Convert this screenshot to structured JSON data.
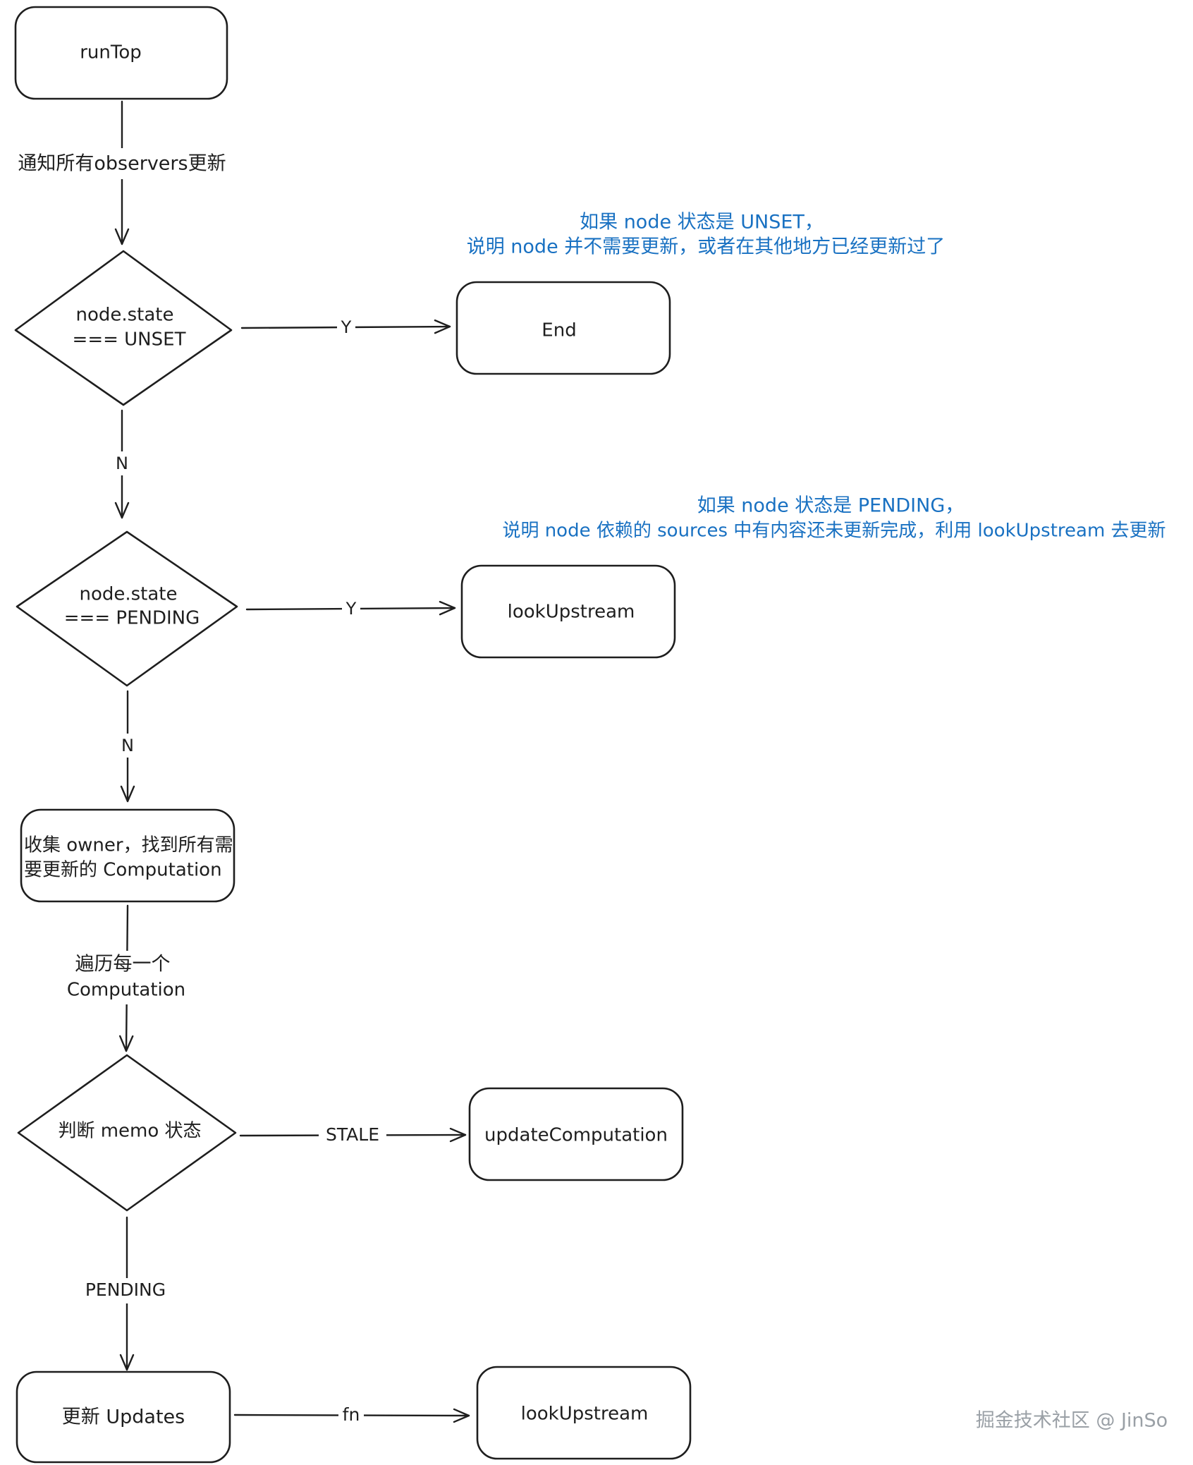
{
  "colors": {
    "stroke": "#1e1e1e",
    "note": "#1971c2",
    "watermark": "#9aa0a6",
    "background": "#ffffff"
  },
  "nodes": {
    "run_top": "runTop",
    "unset_check_line1": "node.state",
    "unset_check_line2": "=== UNSET",
    "end": "End",
    "pending_check_line1": "node.state",
    "pending_check_line2": "=== PENDING",
    "look_upstream_1": "lookUpstream",
    "collect_owner_line1": "收集 owner，找到所有需",
    "collect_owner_line2": "要更新的 Computation",
    "memo_check": "判断 memo 状态",
    "update_computation": "updateComputation",
    "run_updates": "更新 Updates",
    "look_upstream_2": "lookUpstream"
  },
  "edges": {
    "notify_observers": "通知所有observers更新",
    "unset_yes": "Y",
    "unset_no": "N",
    "pending_yes": "Y",
    "pending_no": "N",
    "iterate_line1": "遍历每一个",
    "iterate_line2": "Computation",
    "stale": "STALE",
    "pending": "PENDING",
    "fn": "fn"
  },
  "notes": {
    "unset_note_line1": "如果 node 状态是 UNSET，",
    "unset_note_line2": "说明 node 并不需要更新，或者在其他地方已经更新过了",
    "pending_note_line1": "如果 node 状态是 PENDING，",
    "pending_note_line2": "说明 node 依赖的 sources 中有内容还未更新完成，利用 lookUpstream 去更新"
  },
  "watermark": "掘金技术社区 @ JinSo"
}
